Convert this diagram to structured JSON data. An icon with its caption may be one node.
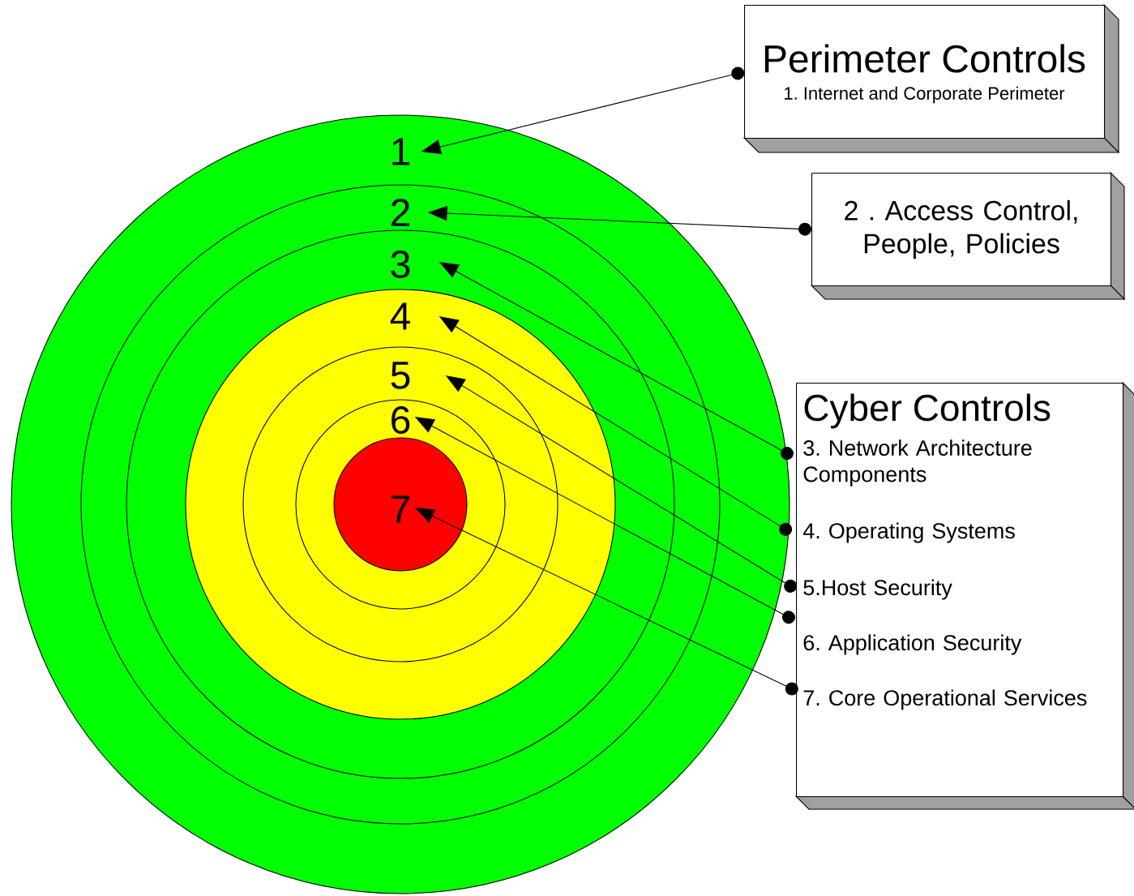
{
  "diagram": {
    "nodes": [
      {
        "text": [
          "1"
        ]
      },
      {
        "text": [
          "2"
        ],
        "in": 0
      },
      {
        "text": [
          "3"
        ],
        "in": 1
      },
      {
        "text": [
          "4"
        ],
        "in": 2
      },
      {
        "text": [
          "5"
        ],
        "in": 3
      },
      {
        "text": [
          "6"
        ],
        "in": 4
      },
      {
        "text": [
          "7"
        ],
        "in": 5
      },
      {
        "text": [
          "Perimeter Controls",
          "1. Internet and Corporate Perimeter"
        ]
      },
      {
        "text": [
          "2 . Access Control, People, Policies"
        ]
      },
      {
        "text": [
          "Cyber Controls"
        ]
      },
      {
        "text": [
          "3. Network Architecture Components"
        ],
        "in": 9
      },
      {
        "text": [
          "4. Operating Systems"
        ],
        "in": 9
      },
      {
        "text": [
          "5.Host Security"
        ],
        "in": 9
      },
      {
        "text": [
          "6. Application Security"
        ],
        "in": 9
      },
      {
        "text": [
          "7. Core Operational Services"
        ],
        "in": 9
      }
    ],
    "edges": [
      {
        "from": 7,
        "to": 0,
        "arrow": "to"
      },
      {
        "from": 8,
        "to": 1,
        "arrow": "to"
      },
      {
        "from": 10,
        "to": 2,
        "arrow": "to"
      },
      {
        "from": 11,
        "to": 3,
        "arrow": "to"
      },
      {
        "from": 12,
        "to": 4,
        "arrow": "to"
      },
      {
        "from": 13,
        "to": 5,
        "arrow": "to"
      },
      {
        "from": 14,
        "to": 6,
        "arrow": "to"
      }
    ]
  }
}
